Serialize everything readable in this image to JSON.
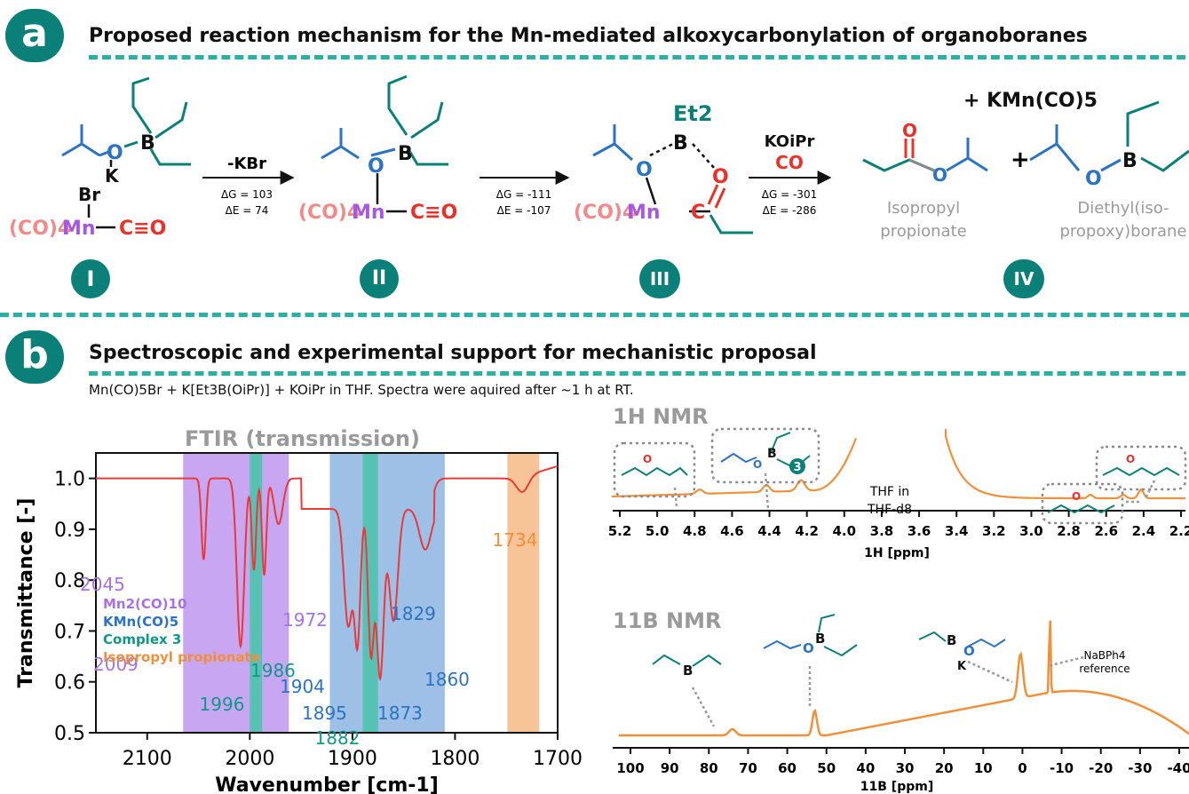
{
  "panel_a": {
    "badge": "a",
    "title": "Proposed reaction mechanism for the Mn-mediated alkoxycarbonylation of organoboranes",
    "steps": [
      {
        "reagent": "-KBr",
        "dG": "ΔG = 103",
        "dE": "ΔE = 74"
      },
      {
        "reagent": "",
        "dG": "ΔG = -111",
        "dE": "ΔE = -107"
      },
      {
        "reagent": "KOiPr",
        "reagent2": "CO",
        "dG": "ΔG = -301",
        "dE": "ΔE = -286"
      }
    ],
    "labels": {
      "br": "Br",
      "co4": "(CO)4",
      "mn": "Mn",
      "co": "C≡O",
      "k": "K",
      "o": "O",
      "b": "B",
      "c": "C",
      "et2": "Et2",
      "plus": "+",
      "kmn": "+ KMn(CO)5"
    },
    "products": [
      "Isopropyl\npropionate",
      "Diethyl(iso-\npropoxy)borane"
    ],
    "intermediates": [
      "I",
      "II",
      "III",
      "IV"
    ]
  },
  "panel_b": {
    "badge": "b",
    "title": "Spectroscopic and experimental support for mechanistic proposal",
    "subtitle": "Mn(CO)5Br + K[Et3B(OiPr)] + KOiPr in THF. Spectra were aquired after ~1 h at RT."
  },
  "ftir": {
    "title": "FTIR (transmission)",
    "xlabel": "Wavenumber [cm-1]",
    "ylabel": "Transmittance [-]",
    "xlim": [
      2150,
      1700
    ],
    "ylim": [
      0.5,
      1.05
    ],
    "xticks": [
      2100,
      2000,
      1900,
      1800,
      1700
    ],
    "yticks": [
      "0.5",
      "0.6",
      "0.7",
      "0.8",
      "0.9",
      "1.0"
    ],
    "legend": [
      "Mn2(CO)10",
      "KMn(CO)5",
      "Complex 3",
      "Isopropyl propionate"
    ],
    "colors": {
      "mn2co10": "#a672e6",
      "kmnco5": "#2c73c4",
      "complex": "#11978a",
      "ester": "#f0903a",
      "trace": "#e83a3a"
    },
    "peaks": [
      {
        "wn": "2045",
        "group": "mn2co10"
      },
      {
        "wn": "2009",
        "group": "mn2co10"
      },
      {
        "wn": "1996",
        "group": "complex"
      },
      {
        "wn": "1986",
        "group": "complex"
      },
      {
        "wn": "1972",
        "group": "mn2co10"
      },
      {
        "wn": "1904",
        "group": "kmnco5"
      },
      {
        "wn": "1895",
        "group": "kmnco5"
      },
      {
        "wn": "1882",
        "group": "complex"
      },
      {
        "wn": "1873",
        "group": "kmnco5"
      },
      {
        "wn": "1860",
        "group": "kmnco5"
      },
      {
        "wn": "1829",
        "group": "kmnco5"
      },
      {
        "wn": "1734",
        "group": "ester"
      }
    ]
  },
  "h_nmr": {
    "title": "1H NMR",
    "xlabel": "1H [ppm]",
    "xticks": [
      "5.2",
      "5.0",
      "4.8",
      "4.6",
      "4.4",
      "4.2",
      "4.0",
      "3.8",
      "3.6",
      "3.4",
      "3.2",
      "3.0",
      "2.8",
      "2.6",
      "2.4",
      "2.2"
    ],
    "thf_label": "THF in",
    "thf_label2": "THF-d8",
    "complex_mark": "3"
  },
  "b_nmr": {
    "title": "11B NMR",
    "xlabel": "11B [ppm]",
    "xticks": [
      "100",
      "90",
      "80",
      "70",
      "60",
      "50",
      "40",
      "30",
      "20",
      "10",
      "0",
      "-10",
      "-20",
      "-30",
      "-40"
    ],
    "reference": "NaBPh4",
    "reference2": "reference"
  }
}
